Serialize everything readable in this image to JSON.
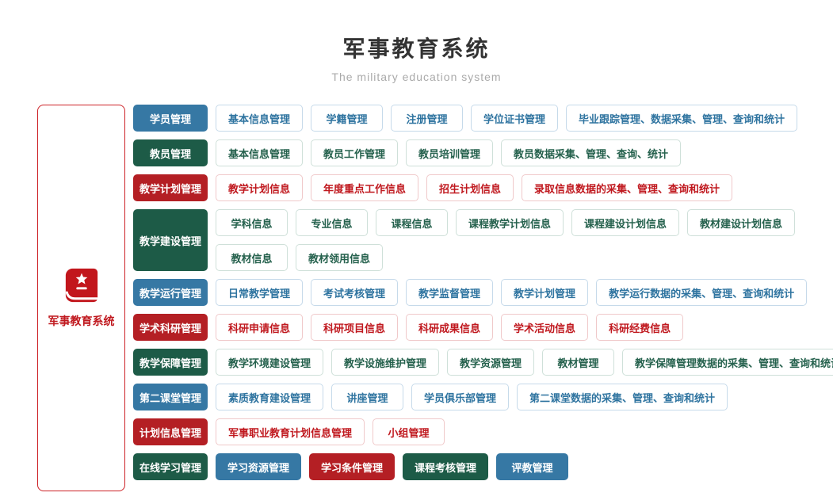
{
  "header": {
    "title": "军事教育系统",
    "subtitle": "The military education system"
  },
  "sidebar": {
    "label": "军事教育系统",
    "icon": "book-star-icon"
  },
  "colors": {
    "blue": {
      "fill": "#3678a4",
      "text": "#2f74a0",
      "border": "#c6daea"
    },
    "green": {
      "fill": "#1d5b47",
      "text": "#25614d",
      "border": "#cfe0d9"
    },
    "red": {
      "fill": "#b41f24",
      "text": "#c0191f",
      "border": "#f0c9ca"
    },
    "sidebar_border": "#cd2227"
  },
  "rows": [
    {
      "theme": "blue",
      "label": "学员管理",
      "items": [
        "基本信息管理",
        "学籍管理",
        "注册管理",
        "学位证书管理",
        "毕业跟踪管理、数据采集、管理、查询和统计"
      ]
    },
    {
      "theme": "green",
      "label": "教员管理",
      "items": [
        "基本信息管理",
        "教员工作管理",
        "教员培训管理",
        "教员数据采集、管理、查询、统计"
      ]
    },
    {
      "theme": "red",
      "label": "教学计划管理",
      "items": [
        "教学计划信息",
        "年度重点工作信息",
        "招生计划信息",
        "录取信息数据的采集、管理、查询和统计"
      ]
    },
    {
      "theme": "green",
      "label": "教学建设管理",
      "lines": [
        [
          "学科信息",
          "专业信息",
          "课程信息",
          "课程教学计划信息",
          "课程建设计划信息",
          "教材建设计划信息"
        ],
        [
          "教材信息",
          "教材领用信息"
        ]
      ]
    },
    {
      "theme": "blue",
      "label": "教学运行管理",
      "items": [
        "日常教学管理",
        "考试考核管理",
        "教学监督管理",
        "教学计划管理",
        "教学运行数据的采集、管理、查询和统计"
      ]
    },
    {
      "theme": "red",
      "label": "学术科研管理",
      "items": [
        "科研申请信息",
        "科研项目信息",
        "科研成果信息",
        "学术活动信息",
        "科研经费信息"
      ]
    },
    {
      "theme": "green",
      "label": "教学保障管理",
      "items": [
        "教学环境建设管理",
        "教学设施维护管理",
        "教学资源管理",
        "教材管理",
        "教学保障管理数据的采集、管理、查询和统计"
      ]
    },
    {
      "theme": "blue",
      "label": "第二课堂管理",
      "items": [
        "素质教育建设管理",
        "讲座管理",
        "学员俱乐部管理",
        "第二课堂数据的采集、管理、查询和统计"
      ]
    },
    {
      "theme": "red",
      "label": "计划信息管理",
      "items": [
        "军事职业教育计划信息管理",
        "小组管理"
      ]
    },
    {
      "theme": "green",
      "label": "在线学习管理",
      "filled_items": [
        {
          "label": "学习资源管理",
          "theme": "blue"
        },
        {
          "label": "学习条件管理",
          "theme": "red"
        },
        {
          "label": "课程考核管理",
          "theme": "green"
        },
        {
          "label": "评教管理",
          "theme": "blue"
        }
      ]
    }
  ]
}
